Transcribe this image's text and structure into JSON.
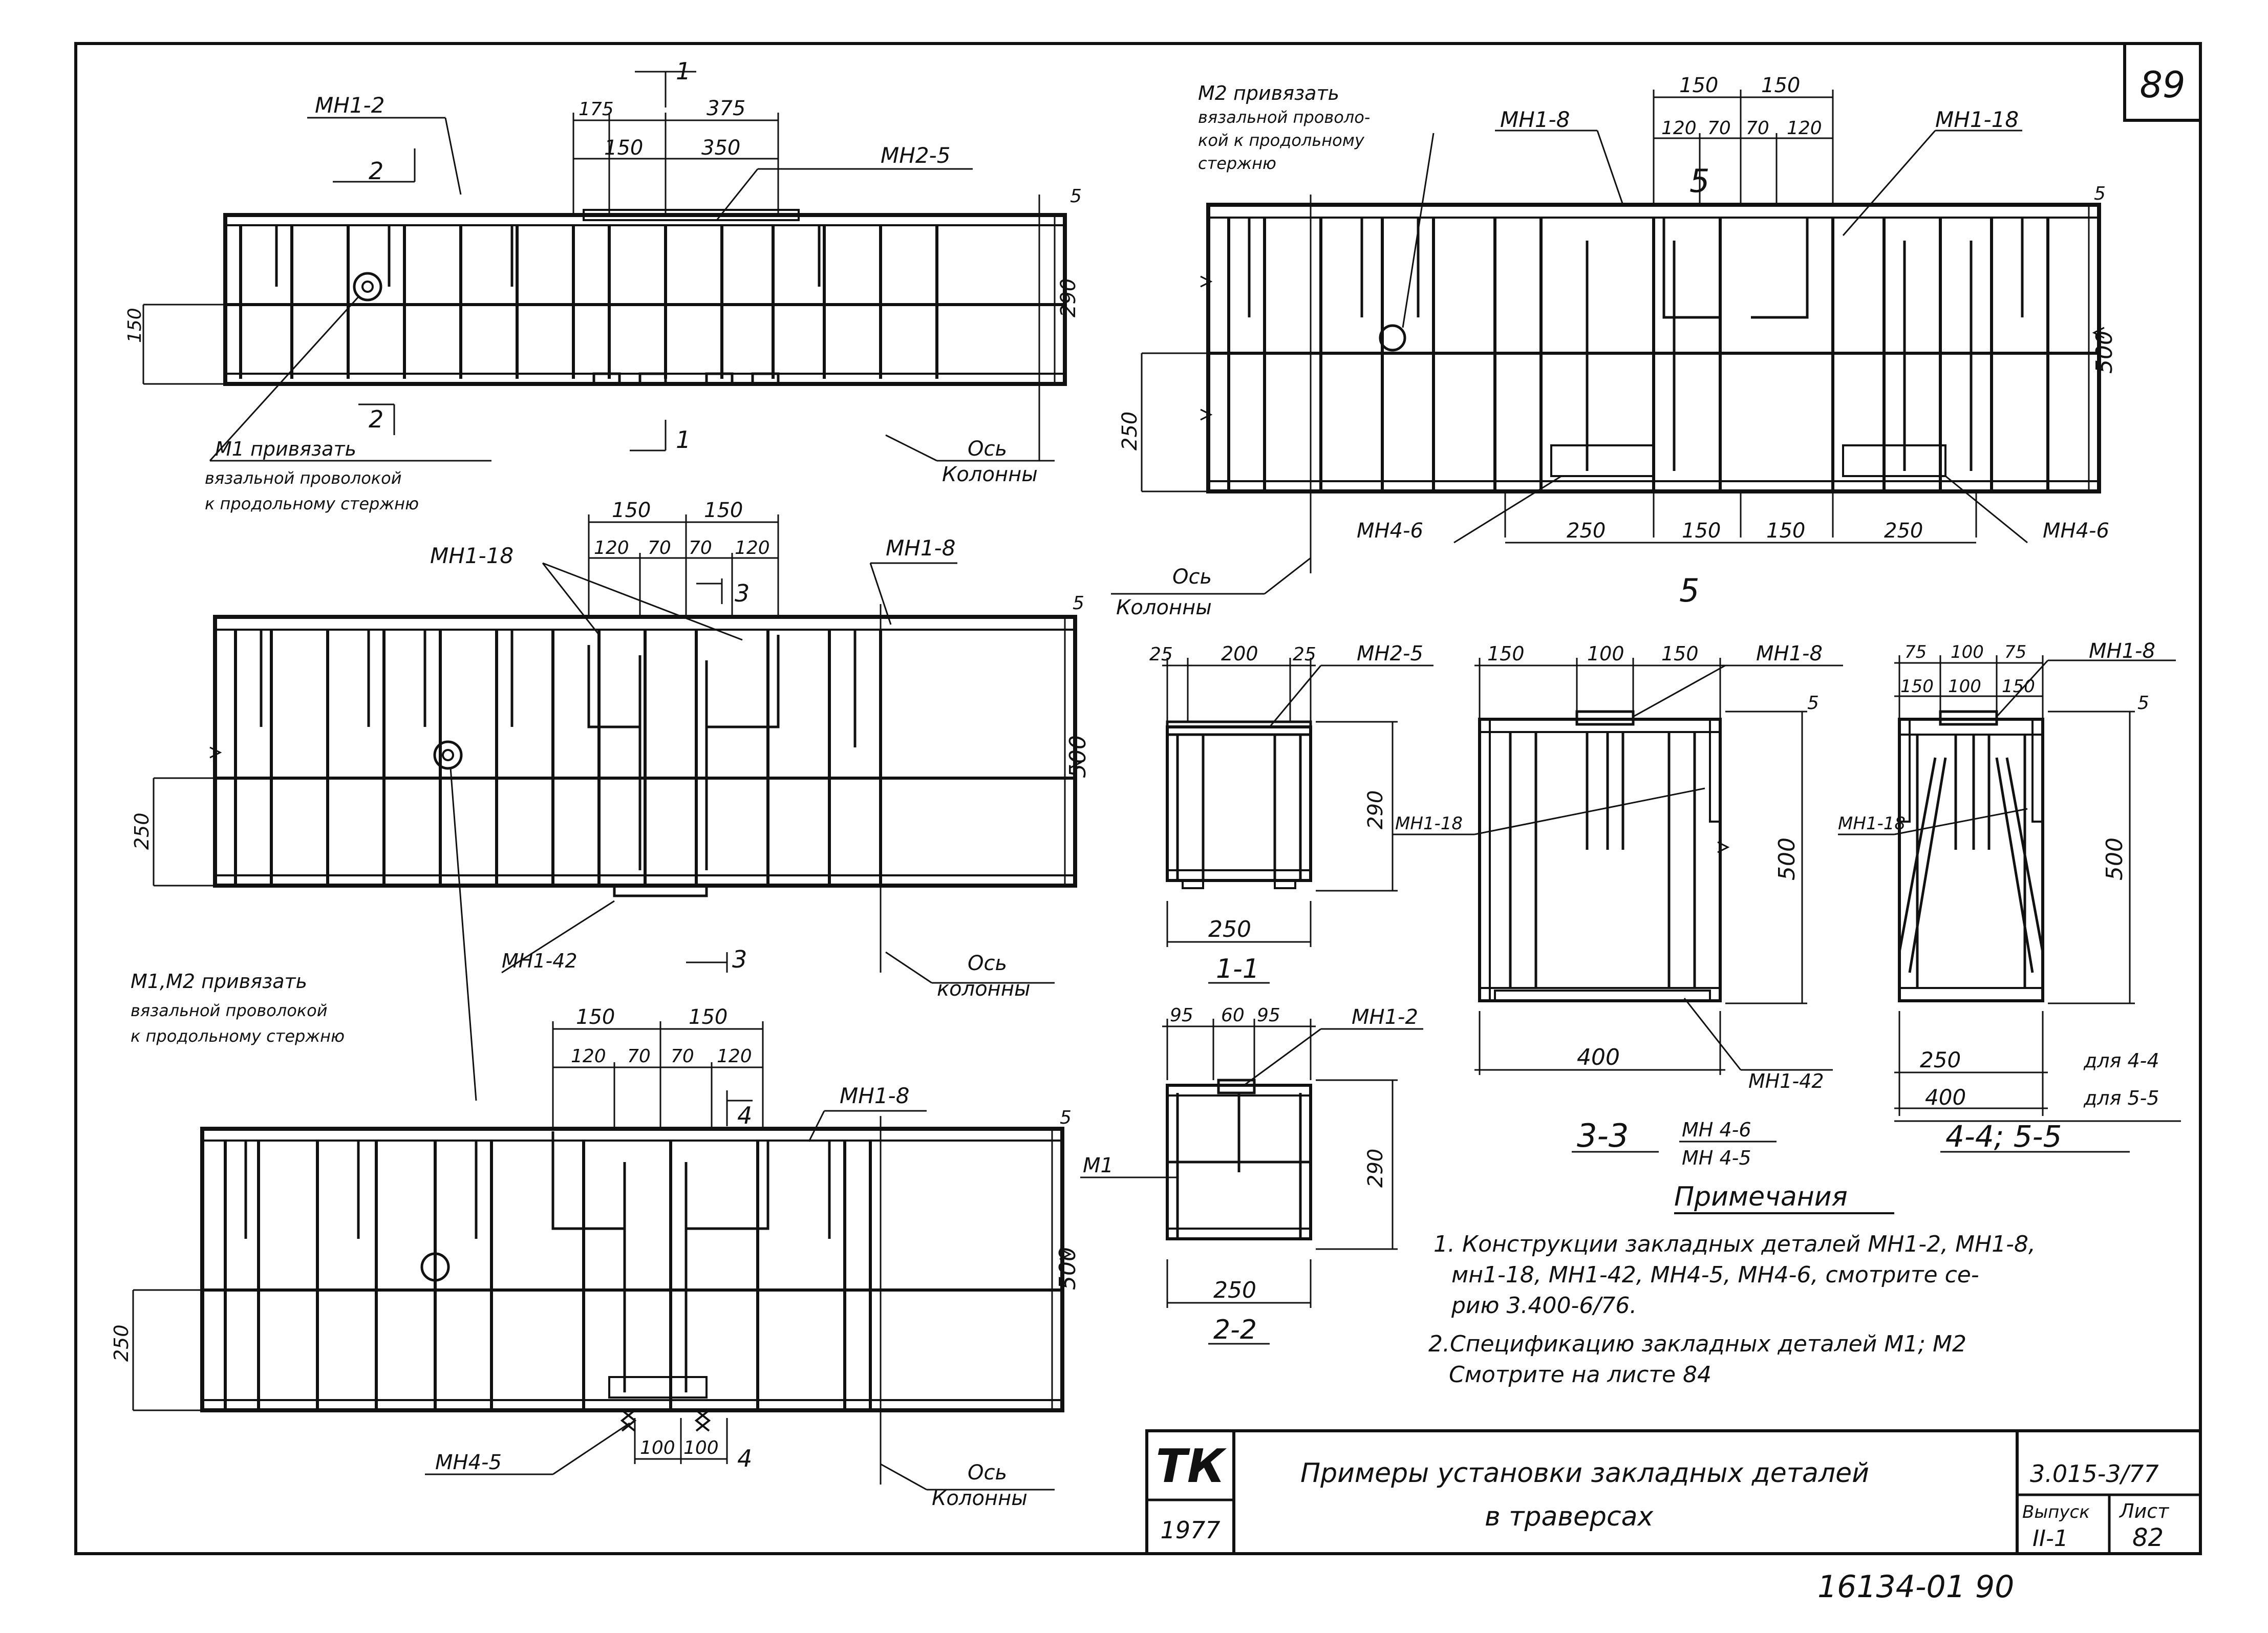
{
  "sheet": {
    "page_number": "89",
    "handwritten_number": "16134-01 90"
  },
  "title_block": {
    "logo": "ТК",
    "year": "1977",
    "title_line1": "Примеры установки закладных деталей",
    "title_line2": "в траверсах",
    "series": "3.015-3/77",
    "issue_label": "Выпуск",
    "issue_value": "II-1",
    "sheet_label": "Лист",
    "sheet_value": "82"
  },
  "notes": {
    "heading": "Примечания",
    "items": [
      "1. Конструкции закладных деталей МН1-2, МН1-8,",
      "мн1-18, МН1-42, МН4-5, МН4-6, смотрите се-",
      "рию 3.400-6/76.",
      "2.Спецификацию закладных деталей М1; М2",
      "Смотрите на листе 84"
    ]
  },
  "view1": {
    "labels": [
      "МН1-2",
      "МН2-5",
      "М1 привязать",
      "вязальной проволокой",
      "к продольному стержню",
      "Ось",
      "Колонны"
    ],
    "dims_top": [
      "175",
      "375",
      "150",
      "350"
    ],
    "dims_side": [
      "5",
      "290",
      "150"
    ],
    "section_marks": [
      "1",
      "2",
      "2",
      "1"
    ]
  },
  "view2": {
    "labels": [
      "МН1-18",
      "МН1-8",
      "МН1-42",
      "Ось",
      "колонны"
    ],
    "dims_top": [
      "150",
      "150",
      "120",
      "70",
      "70",
      "120"
    ],
    "dims_side": [
      "5",
      "500",
      "250"
    ],
    "section_marks": [
      "3",
      "3"
    ]
  },
  "view3": {
    "labels": [
      "М1,М2 привязать",
      "вязальной проволокой",
      "к продольному стержню",
      "МН1-8",
      "МН4-5",
      "Ось",
      "Колонны"
    ],
    "dims_top": [
      "150",
      "150",
      "120",
      "70",
      "70",
      "120"
    ],
    "dims_bottom": [
      "100",
      "100"
    ],
    "dims_side": [
      "5",
      "500",
      "250"
    ],
    "section_marks": [
      "4",
      "4"
    ]
  },
  "view4": {
    "labels": [
      "М2 привязать",
      "вязальной проволо-",
      "кой к продольному",
      "стержню",
      "МН1-8",
      "МН1-18",
      "МН4-6",
      "МН4-6",
      "Ось",
      "Колонны"
    ],
    "dims_top": [
      "150",
      "150",
      "120",
      "70",
      "70",
      "120"
    ],
    "dims_bottom": [
      "250",
      "150",
      "150",
      "250"
    ],
    "dims_side": [
      "5",
      "500",
      "250"
    ],
    "section_marks": [
      "5",
      "5"
    ]
  },
  "sec11": {
    "caption": "1-1",
    "label": "МН2-5",
    "dims": [
      "25",
      "200",
      "25",
      "290",
      "250"
    ]
  },
  "sec22": {
    "caption": "2-2",
    "labels": [
      "МН1-2",
      "М1"
    ],
    "dims": [
      "95",
      "60",
      "95",
      "290",
      "250"
    ]
  },
  "sec33": {
    "caption": "3-3",
    "sub_top": "МН 4-6",
    "sub_bottom": "МН 4-5",
    "labels": [
      "МН1-8",
      "МН1-18",
      "МН1-42"
    ],
    "dims": [
      "150",
      "100",
      "150",
      "5",
      "500",
      "400"
    ]
  },
  "sec45": {
    "caption": "4-4; 5-5",
    "labels": [
      "МН1-8",
      "МН1-18"
    ],
    "dims_top1": [
      "75",
      "100",
      "75"
    ],
    "dims_top2": [
      "150",
      "100",
      "150"
    ],
    "dims_side": [
      "5",
      "500"
    ],
    "width1": "250",
    "width1_note": "для 4-4",
    "width2": "400",
    "width2_note": "для 5-5"
  }
}
